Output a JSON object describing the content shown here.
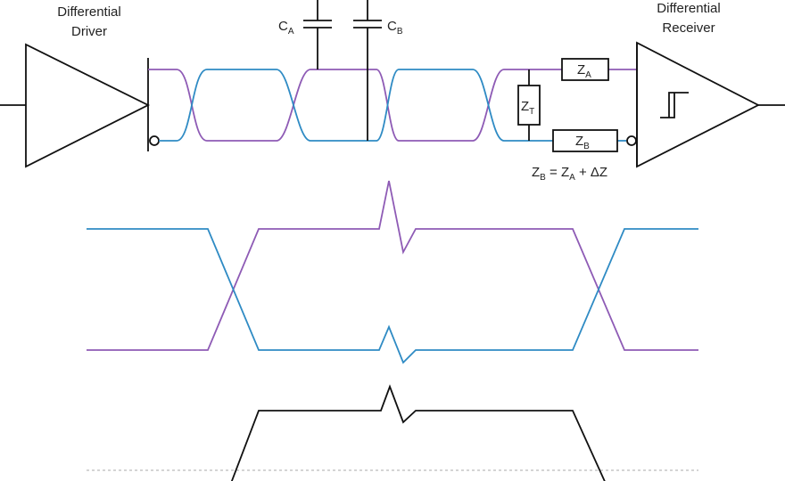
{
  "driver": {
    "label_line1": "Differential",
    "label_line2": "Driver"
  },
  "receiver": {
    "label_line1": "Differential",
    "label_line2": "Receiver"
  },
  "capacitors": {
    "a": {
      "main": "C",
      "sub": "A"
    },
    "b": {
      "main": "C",
      "sub": "B"
    }
  },
  "impedances": {
    "za": {
      "main": "Z",
      "sub": "A"
    },
    "zb": {
      "main": "Z",
      "sub": "B"
    },
    "zt": {
      "main": "Z",
      "sub": "T"
    }
  },
  "equation": {
    "zb_main": "Z",
    "zb_sub": "B",
    "mid": " = Z",
    "za_sub": "A",
    "tail": " + ΔZ"
  },
  "colors": {
    "wire_a": "#8e5bb5",
    "wire_b": "#2f8bc4",
    "black": "#111111",
    "baseline": "#aaaaaa"
  },
  "icons": [
    "driver-triangle-icon",
    "receiver-triangle-icon",
    "hysteresis-icon",
    "capacitor-icon",
    "resistor-icon",
    "inversion-bubble-icon"
  ]
}
